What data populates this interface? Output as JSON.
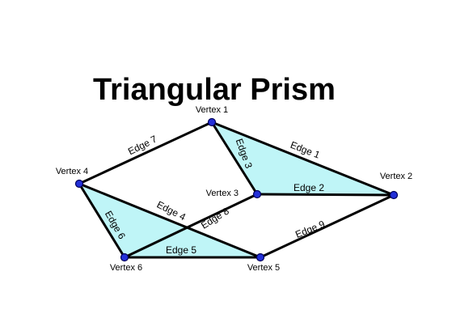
{
  "title": "Triangular Prism",
  "colors": {
    "face_fill": "#bff5f7",
    "edge": "#000000",
    "vertex_fill": "#2330d8"
  },
  "vertices": [
    {
      "id": "v1",
      "label": "Vertex 1"
    },
    {
      "id": "v2",
      "label": "Vertex 2"
    },
    {
      "id": "v3",
      "label": "Vertex 3"
    },
    {
      "id": "v4",
      "label": "Vertex 4"
    },
    {
      "id": "v5",
      "label": "Vertex 5"
    },
    {
      "id": "v6",
      "label": "Vertex 6"
    }
  ],
  "edges": [
    {
      "id": "e1",
      "label": "Edge 1",
      "from": "v1",
      "to": "v2"
    },
    {
      "id": "e2",
      "label": "Edge 2",
      "from": "v3",
      "to": "v2"
    },
    {
      "id": "e3",
      "label": "Edge 3",
      "from": "v1",
      "to": "v3"
    },
    {
      "id": "e4",
      "label": "Edge 4",
      "from": "v4",
      "to": "v5"
    },
    {
      "id": "e5",
      "label": "Edge 5",
      "from": "v6",
      "to": "v5"
    },
    {
      "id": "e6",
      "label": "Edge 6",
      "from": "v4",
      "to": "v6"
    },
    {
      "id": "e7",
      "label": "Edge 7",
      "from": "v4",
      "to": "v1"
    },
    {
      "id": "e8",
      "label": "Edge 8",
      "from": "v6",
      "to": "v3"
    },
    {
      "id": "e9",
      "label": "Edge 9",
      "from": "v5",
      "to": "v2"
    }
  ],
  "faces": [
    {
      "id": "f-top",
      "vertices": [
        "v1",
        "v3",
        "v2"
      ]
    },
    {
      "id": "f-bottom",
      "vertices": [
        "v4",
        "v6",
        "v5"
      ]
    }
  ]
}
